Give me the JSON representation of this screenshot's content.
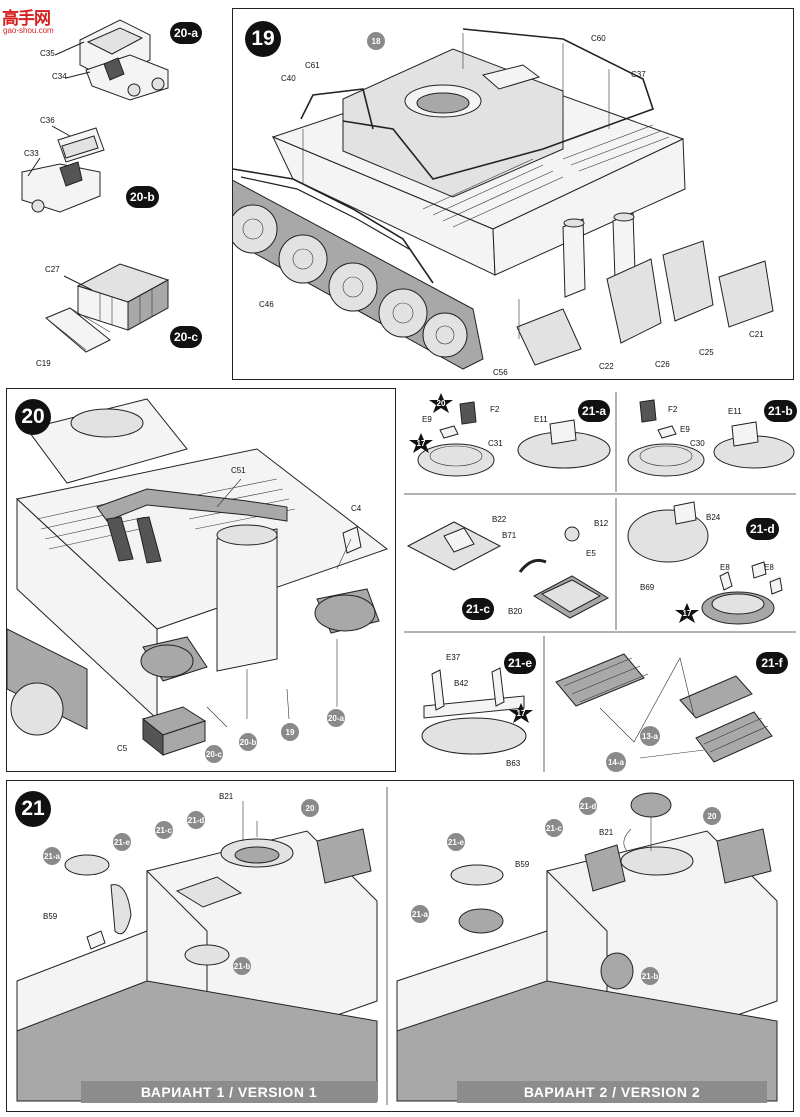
{
  "watermark": {
    "text_cn": "高手网",
    "text_url": "gao-shou.com"
  },
  "steps": {
    "s19": "19",
    "s20": "20",
    "s21": "21"
  },
  "subassemblies": {
    "a20a": "20-a",
    "a20b": "20-b",
    "a20c": "20-c",
    "a21a": "21-a",
    "a21b": "21-b",
    "a21c": "21-c",
    "a21d": "21-d",
    "a21e": "21-e",
    "a21f": "21-f"
  },
  "step19": {
    "refs": [
      "18"
    ],
    "parts": [
      "C60",
      "C37",
      "C61",
      "C40",
      "C46",
      "C56",
      "C22",
      "C26",
      "C25",
      "C21"
    ]
  },
  "step20": {
    "refs": [
      "19",
      "20-a",
      "20-b",
      "20-c"
    ],
    "parts": [
      "C51",
      "C4",
      "C5"
    ]
  },
  "step20a": {
    "parts": [
      "C35",
      "C34"
    ]
  },
  "step20b": {
    "parts": [
      "C36",
      "C33"
    ]
  },
  "step20c": {
    "parts": [
      "C27",
      "C19"
    ]
  },
  "step21a": {
    "star_ref": "20",
    "star_ref2": "17",
    "parts": [
      "E9",
      "F2",
      "C31",
      "E11"
    ]
  },
  "step21b": {
    "parts": [
      "F2",
      "E9",
      "C30",
      "E11"
    ]
  },
  "step21c": {
    "parts": [
      "B22",
      "B71",
      "B12",
      "E5",
      "B20"
    ]
  },
  "step21d": {
    "star_ref": "17",
    "parts": [
      "B24",
      "B69",
      "E8",
      "E8"
    ]
  },
  "step21e": {
    "star_ref": "17",
    "parts": [
      "E37",
      "B42",
      "B63"
    ]
  },
  "step21f": {
    "parts": [
      "13-a",
      "14-a"
    ]
  },
  "step21_v1": {
    "refs": [
      "21-a",
      "21-e",
      "21-c",
      "21-d",
      "20",
      "21-b"
    ],
    "parts": [
      "B21",
      "B59"
    ],
    "banner": "ВАРИАНТ  1  /  VERSION  1"
  },
  "step21_v2": {
    "refs": [
      "21-d",
      "21-e",
      "21-c",
      "20",
      "21-a",
      "21-b"
    ],
    "parts": [
      "B21",
      "B59"
    ],
    "banner": "ВАРИАНТ  2  /  VERSION  2"
  }
}
